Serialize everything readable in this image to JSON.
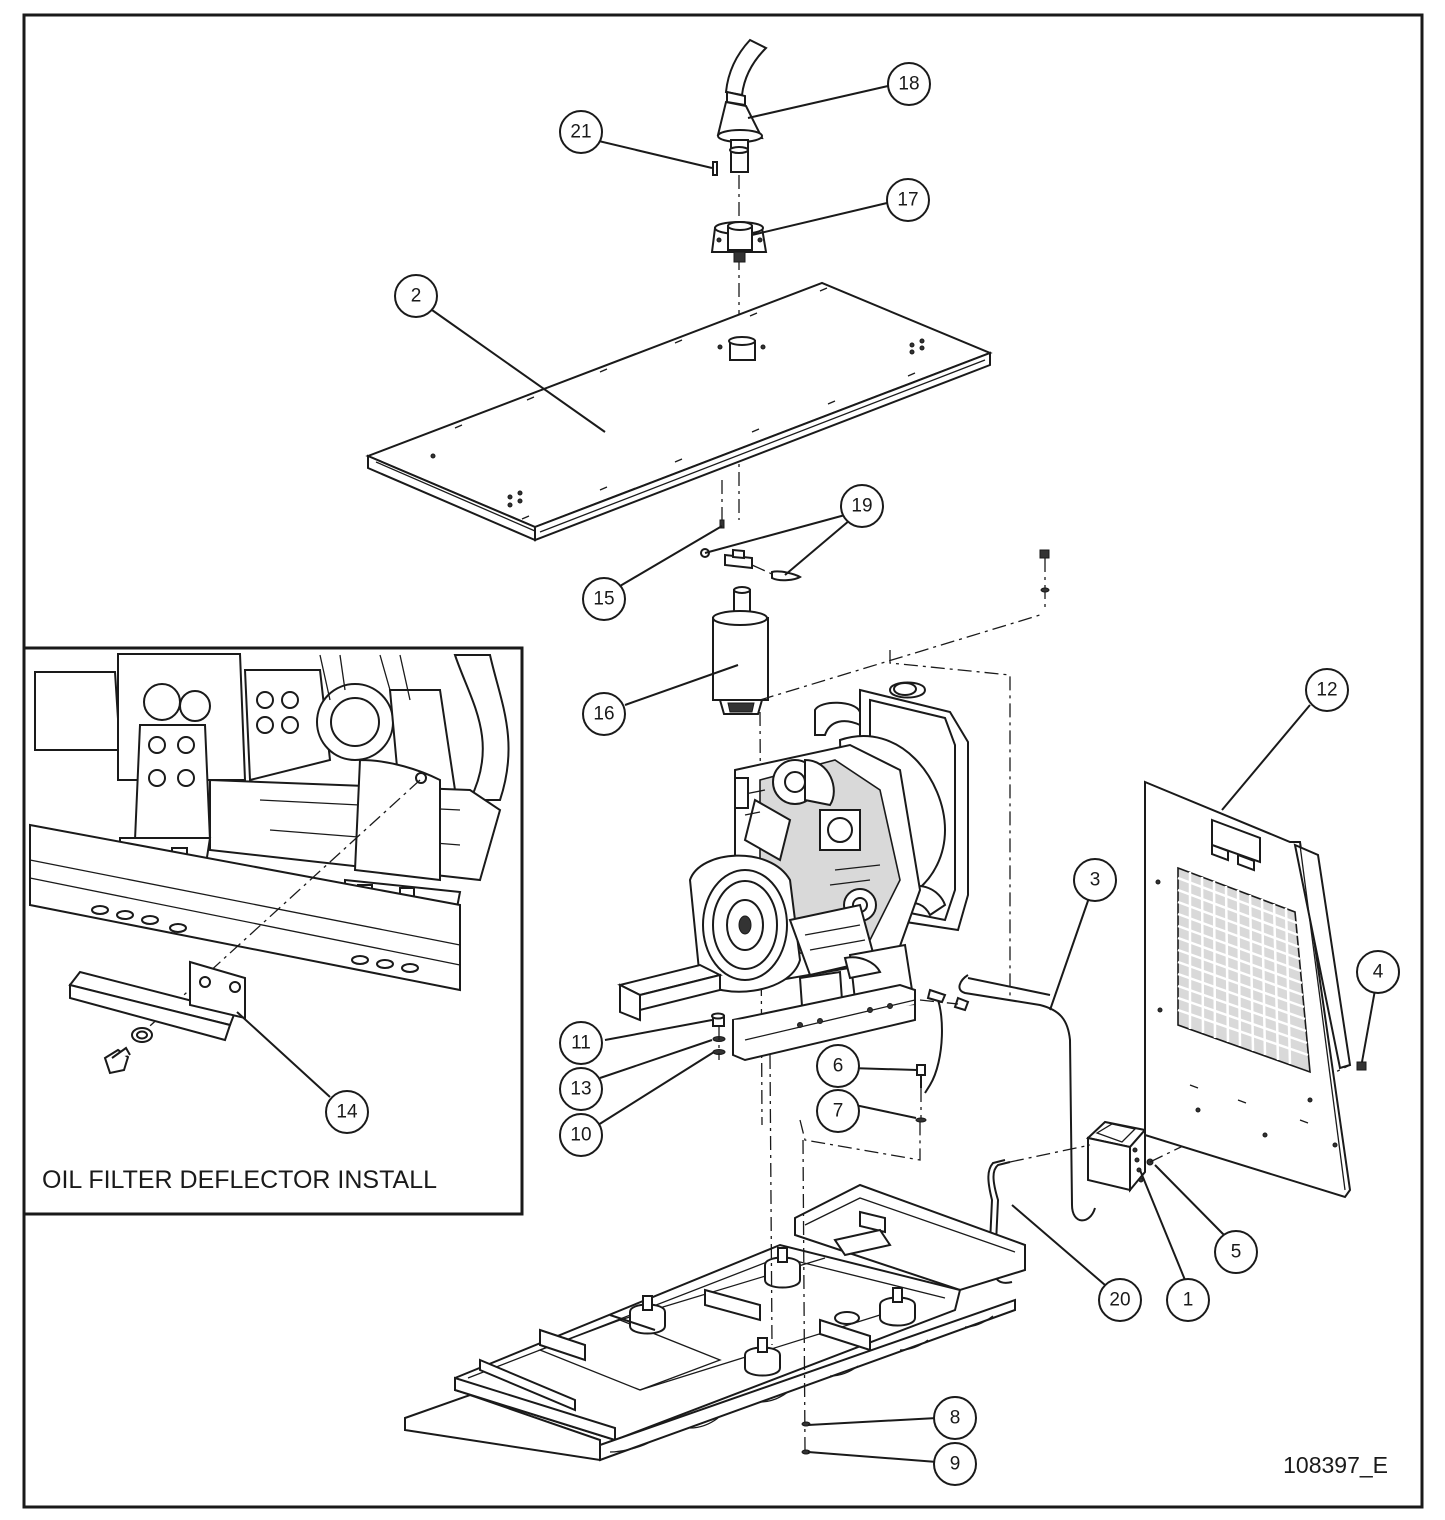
{
  "inset": {
    "caption": "OIL FILTER DEFLECTOR INSTALL"
  },
  "document_number": "108397_E",
  "callouts": [
    "1",
    "2",
    "3",
    "4",
    "5",
    "6",
    "7",
    "8",
    "9",
    "10",
    "11",
    "12",
    "13",
    "14",
    "15",
    "16",
    "17",
    "18",
    "19",
    "20",
    "21"
  ]
}
